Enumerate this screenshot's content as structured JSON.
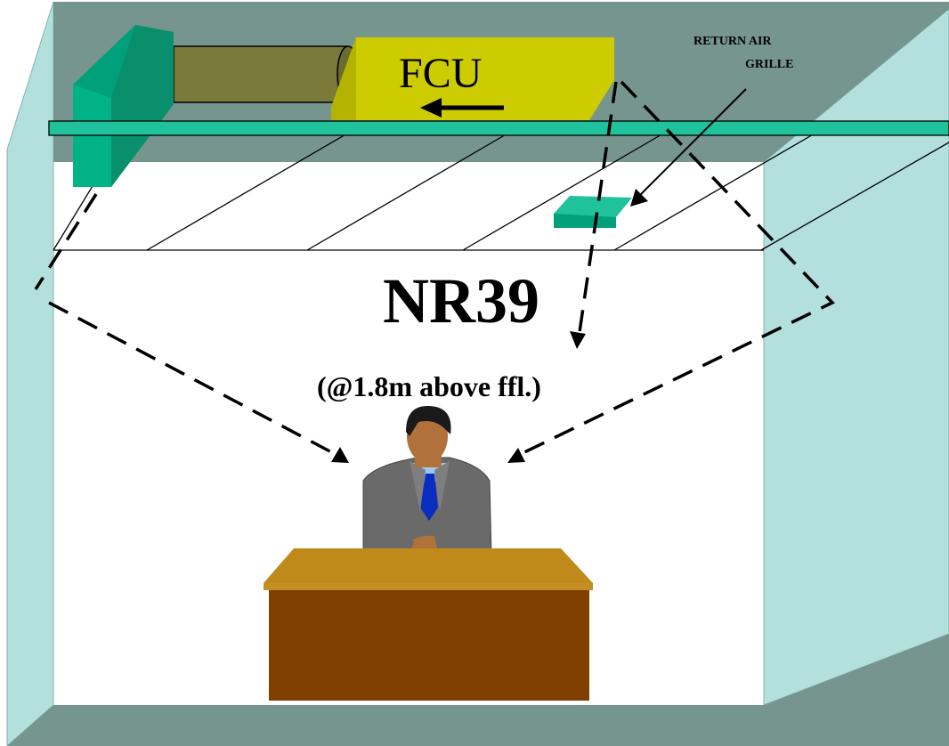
{
  "diagram": {
    "fcu_label": "FCU",
    "return_air_label_line1": "RETURN AIR",
    "return_air_label_line2": "GRILLE",
    "noise_rating": "NR39",
    "measurement_height": "(@1.8m above ffl.)"
  },
  "colors": {
    "wall": "#b3e0dc",
    "wall_outline": "#7fb4b0",
    "ceiling_void": "#76958f",
    "floor": "#76958f",
    "fcu_body": "#cccc00",
    "fcu_shadow": "#a3a300",
    "duct": "#7a7a3a",
    "diffuser": "#00a07a",
    "ceiling_strip": "#1fc29a",
    "desk_top": "#c08a1a",
    "desk_body": "#7f4000",
    "suit": "#6a6a6a",
    "skin": "#b0713a",
    "shirt": "#9ec8f0",
    "tie": "#0a2cc0",
    "hair": "#1a1a1a"
  }
}
